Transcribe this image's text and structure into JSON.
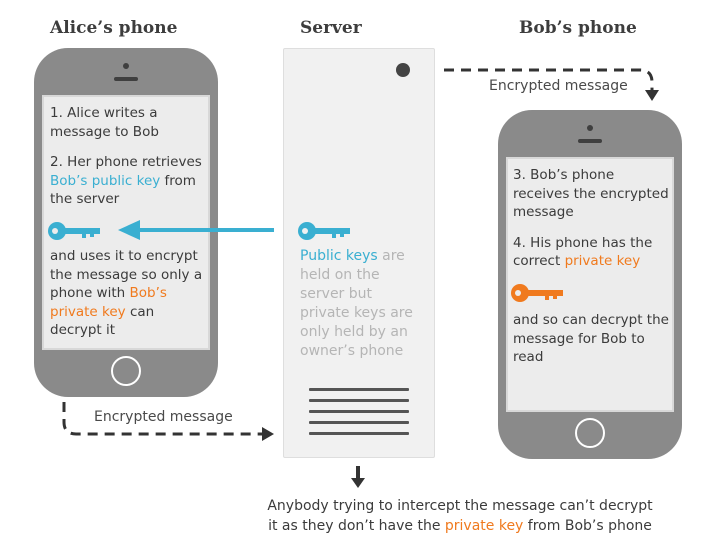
{
  "headers": {
    "alice": "Alice’s phone",
    "server": "Server",
    "bob": "Bob’s phone"
  },
  "alice_screen": {
    "step1": "1. Alice writes a message to Bob",
    "step2_a": "2. Her phone retrieves ",
    "step2_key": "Bob’s public key",
    "step2_b": " from the server",
    "step3_a": "and uses it to encrypt the message so only a phone with ",
    "step3_key": "Bob’s private key",
    "step3_b": " can decrypt it"
  },
  "server_panel": {
    "text_key": "Public keys",
    "text_rest": " are held on the server but private keys are only held by an owner’s phone"
  },
  "bob_screen": {
    "step3": "3. Bob’s phone receives the encrypted message",
    "step4_a": "4. His phone has the correct ",
    "step4_key": "private key",
    "step5": "and so can decrypt the message for Bob to read"
  },
  "labels": {
    "top_encrypted": "Encrypted message",
    "bottom_encrypted": "Encrypted message"
  },
  "footer": {
    "line1": "Anybody trying to intercept the message can’t decrypt",
    "line2_a": "it as they don’t have the ",
    "line2_key": "private key",
    "line2_b": " from Bob’s phone"
  },
  "colors": {
    "blue_key": "#3aafd1",
    "orange_key": "#f07a1e",
    "phone_body": "#8a8a8a",
    "arrow": "#333333"
  },
  "icons": {
    "public_key": "key-icon",
    "private_key": "key-icon",
    "dashed_arrow": "dashed-arrow-icon"
  }
}
